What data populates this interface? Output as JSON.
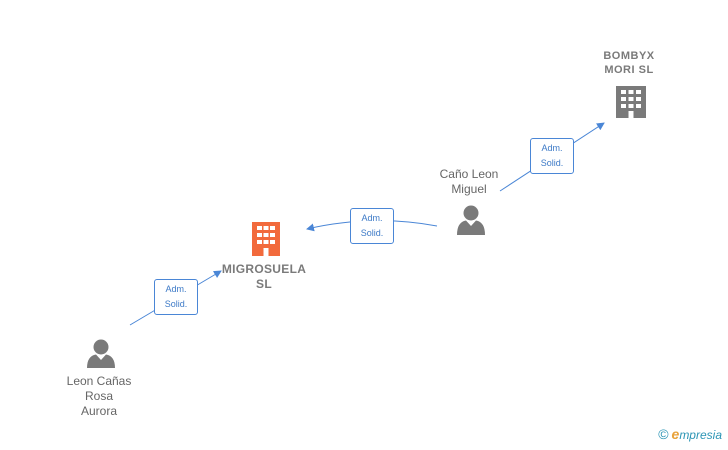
{
  "nodes": {
    "bombyx": {
      "label": "BOMBYX\nMORI  SL",
      "kind": "company",
      "color": "#7a7a7a"
    },
    "migrosuela": {
      "label": "MIGROSUELA\nSL",
      "kind": "company",
      "color": "#f26a3c"
    },
    "cano": {
      "label": "Caño Leon\nMiguel",
      "kind": "person",
      "color": "#7a7a7a"
    },
    "leon": {
      "label": "Leon Cañas\nRosa\nAurora",
      "kind": "person",
      "color": "#7a7a7a"
    }
  },
  "edges": [
    {
      "id": "e1",
      "from": "cano",
      "to": "bombyx",
      "line1": "Adm.",
      "line2": "Solid."
    },
    {
      "id": "e2",
      "from": "cano",
      "to": "migrosuela",
      "line1": "Adm.",
      "line2": "Solid."
    },
    {
      "id": "e3",
      "from": "leon",
      "to": "migrosuela",
      "line1": "Adm.",
      "line2": "Solid."
    }
  ],
  "colors": {
    "edge": "#4a86d6",
    "person": "#7a7a7a",
    "company_main": "#f26a3c",
    "company": "#7a7a7a"
  },
  "brand": {
    "copyright": "©",
    "initial": "e",
    "name": "mpresia"
  }
}
